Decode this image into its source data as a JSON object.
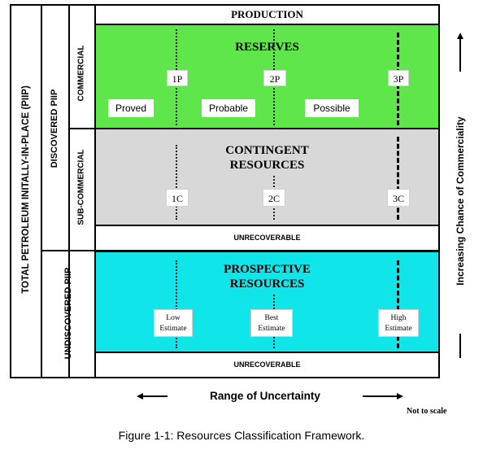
{
  "left_labels": {
    "total_piip": "TOTAL PETROLEUM INITALLY-IN-PLACE (PIIP)",
    "discovered_piip": "DISCOVERED PIIP",
    "undiscovered_piip": "UNDISCOVERED PIIP",
    "commercial": "COMMERCIAL",
    "sub_commercial": "SUB-COMMERCIAL"
  },
  "production": "PRODUCTION",
  "reserves": {
    "title": "RESERVES",
    "markers": [
      "1P",
      "2P",
      "3P"
    ],
    "categories": [
      "Proved",
      "Probable",
      "Possible"
    ],
    "color": "#5fe64a"
  },
  "contingent": {
    "title_line1": "CONTINGENT",
    "title_line2": "RESOURCES",
    "markers": [
      "1C",
      "2C",
      "3C"
    ],
    "color": "#d8d8d8"
  },
  "unrecoverable_1": "UNRECOVERABLE",
  "prospective": {
    "title_line1": "PROSPECTIVE",
    "title_line2": "RESOURCES",
    "estimates": [
      {
        "line1": "Low",
        "line2": "Estimate"
      },
      {
        "line1": "Best",
        "line2": "Estimate"
      },
      {
        "line1": "High",
        "line2": "Estimate"
      }
    ],
    "color": "#10e6ea"
  },
  "unrecoverable_2": "UNRECOVERABLE",
  "right_axis": "Increasing Chance of Commerciality",
  "bottom_axis": "Range of Uncertainty",
  "not_to_scale": "Not to scale",
  "caption": "Figure 1-1: Resources Classification Framework."
}
